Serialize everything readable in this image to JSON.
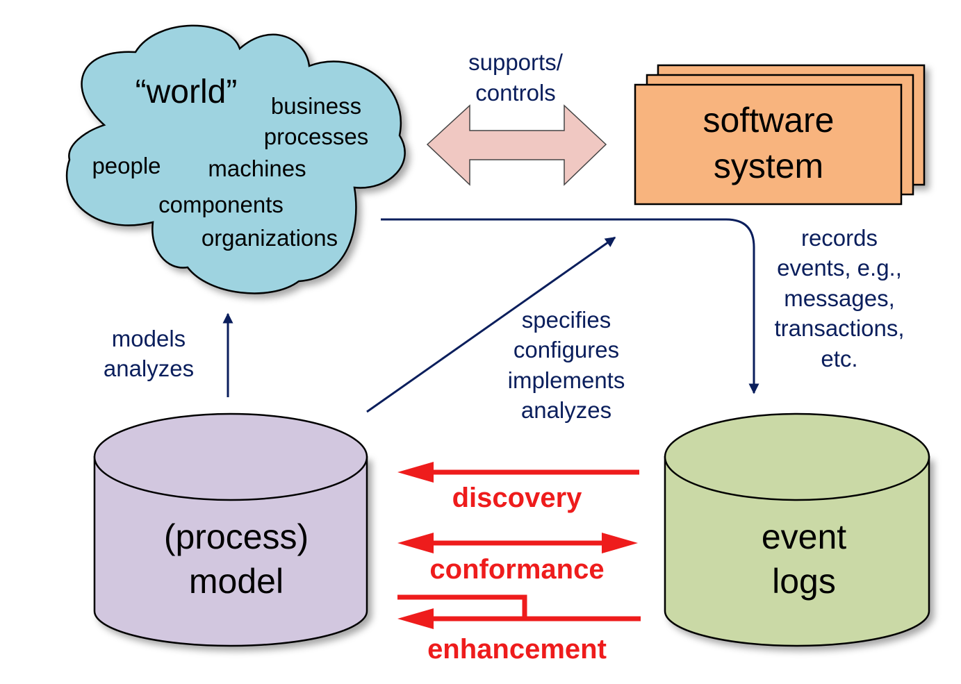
{
  "world": {
    "title": "“world”",
    "items": [
      "business",
      "processes",
      "people",
      "machines",
      "components",
      "organizations"
    ]
  },
  "software": {
    "line1": "software",
    "line2": "system"
  },
  "model": {
    "line1": "(process)",
    "line2": "model"
  },
  "logs": {
    "line1": "event",
    "line2": "logs"
  },
  "labels": {
    "supports": [
      "supports/",
      "controls"
    ],
    "models": [
      "models",
      "analyzes"
    ],
    "specifies": [
      "specifies",
      "configures",
      "implements",
      "analyzes"
    ],
    "records": [
      "records",
      "events, e.g.,",
      "messages,",
      "transactions,",
      "etc."
    ]
  },
  "relations": {
    "discovery": "discovery",
    "conformance": "conformance",
    "enhancement": "enhancement"
  },
  "colors": {
    "cloud": "#9ed3e0",
    "software": "#f8b47e",
    "model": "#d2c7df",
    "logs": "#cad9a6",
    "double_arrow": "#f0c8c2",
    "connector": "#0a1e5c",
    "relation": "#ee1c1c"
  }
}
